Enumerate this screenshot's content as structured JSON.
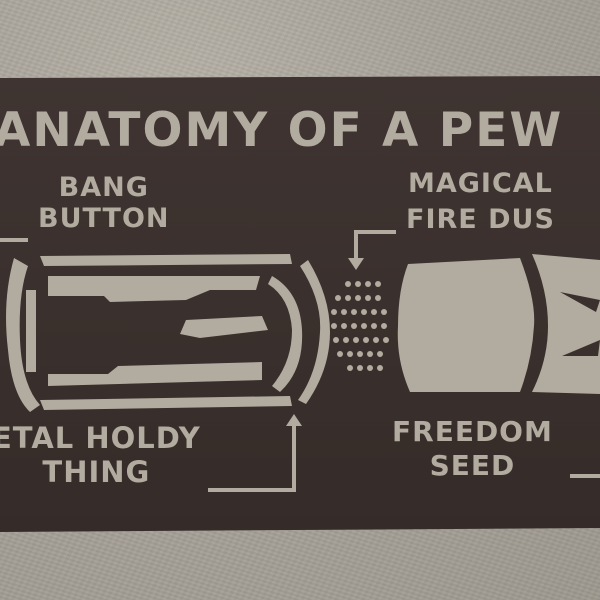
{
  "sign": {
    "title": "ANATOMY OF A PEW",
    "labels": {
      "bang_button": [
        "BANG",
        "BUTTON"
      ],
      "magical_fire_dust": [
        "MAGICAL",
        "FIRE DUS"
      ],
      "metal_holdy_thing": [
        "ETAL HOLDY",
        "THING"
      ],
      "freedom_seed": [
        "FREEDOM",
        "SEED"
      ]
    }
  },
  "colors": {
    "metal": "#3a302d",
    "wall": "#a8a39a",
    "cutout": "#b2ab9f"
  }
}
